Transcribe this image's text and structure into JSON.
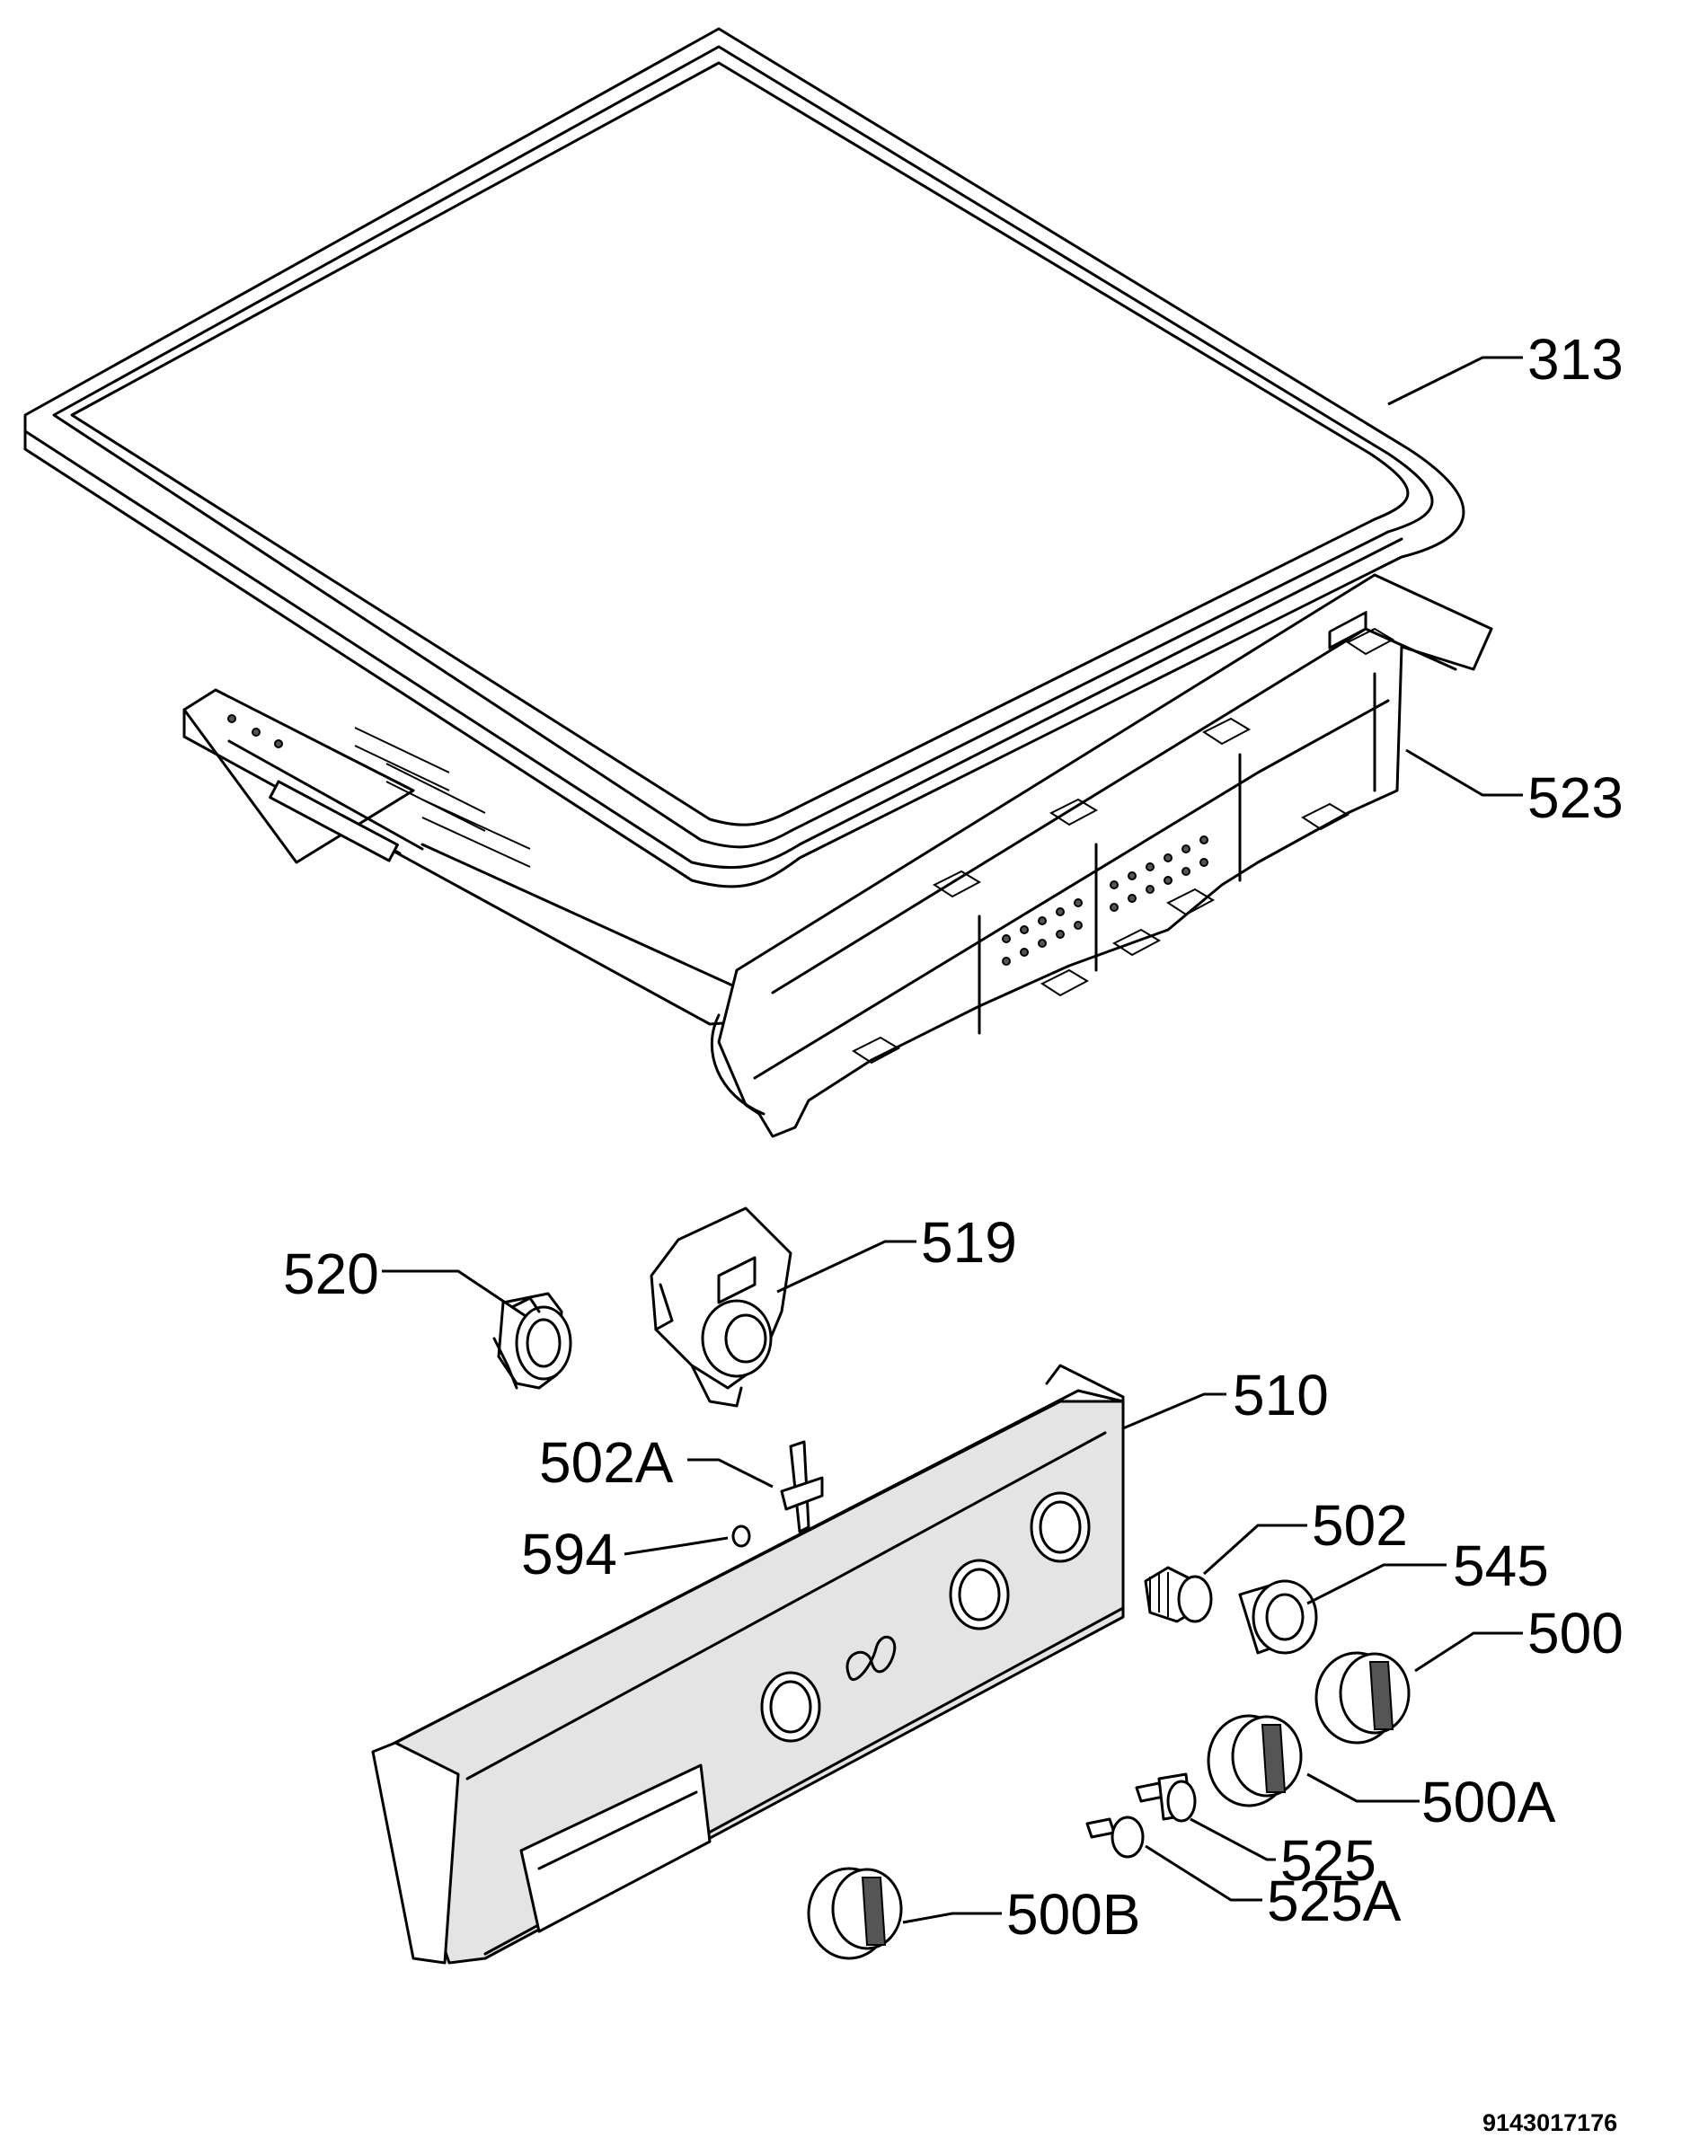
{
  "labels": {
    "p313": "313",
    "p523": "523",
    "p520": "520",
    "p519": "519",
    "p510": "510",
    "p502A": "502A",
    "p594": "594",
    "p502": "502",
    "p545": "545",
    "p500": "500",
    "p500A": "500A",
    "p525": "525",
    "p525A": "525A",
    "p500B": "500B"
  },
  "document_code": "9143017176",
  "colors": {
    "line": "#000000",
    "background": "#ffffff",
    "shade": "#e4e4e4"
  }
}
